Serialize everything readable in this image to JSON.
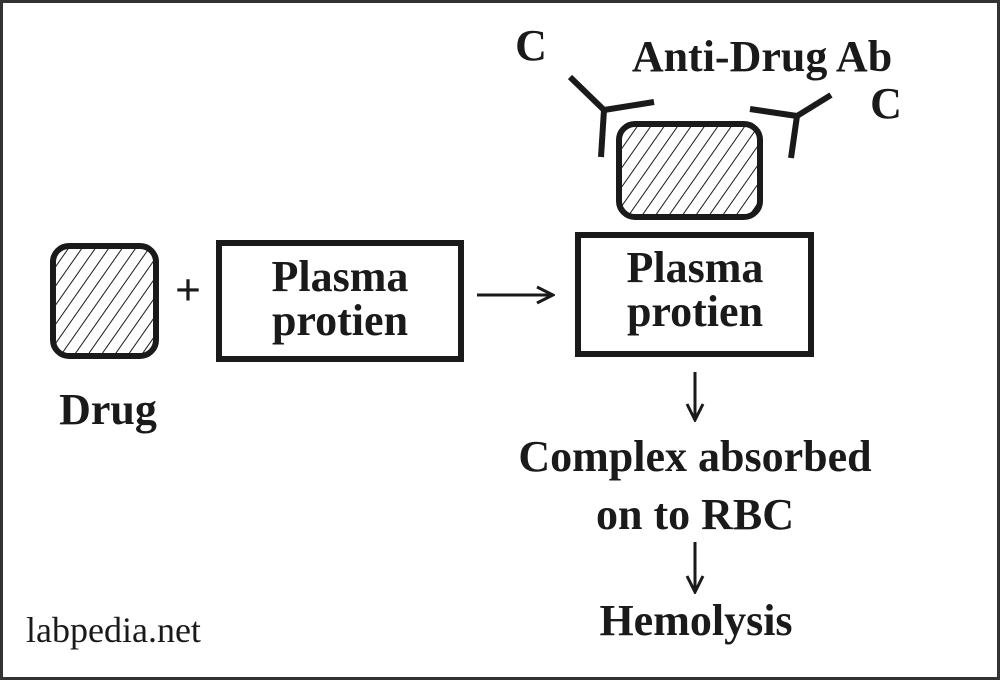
{
  "labels": {
    "drug": "Drug",
    "plus": "+",
    "plasma_protein_left_line1": "Plasma",
    "plasma_protein_left_line2": "protien",
    "plasma_protein_right_line1": "Plasma",
    "plasma_protein_right_line2": "protien",
    "antibody": "Anti-Drug Ab",
    "complement_left": "C",
    "complement_right": "C",
    "complex_line1": "Complex absorbed",
    "complex_line2": "on to RBC",
    "hemolysis": "Hemolysis",
    "watermark": "labpedia.net"
  },
  "colors": {
    "ink": "#1a1a1a",
    "background": "#ffffff"
  }
}
